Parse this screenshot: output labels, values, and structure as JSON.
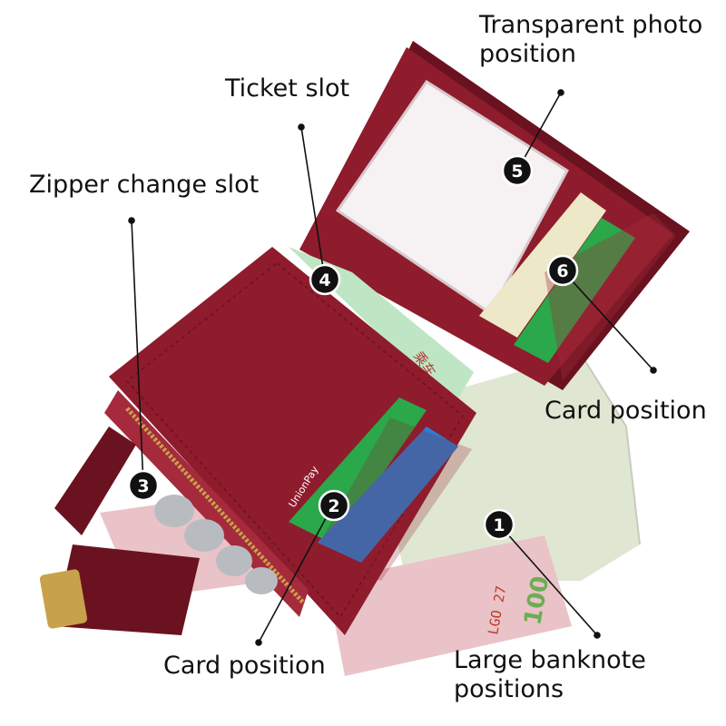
{
  "callouts": [
    {
      "number": "1",
      "label_lines": [
        "Large banknote",
        "positions"
      ]
    },
    {
      "number": "2",
      "label_lines": [
        "Card position"
      ]
    },
    {
      "number": "3",
      "label_lines": [
        "Zipper change slot"
      ]
    },
    {
      "number": "4",
      "label_lines": [
        "Ticket slot"
      ]
    },
    {
      "number": "5",
      "label_lines": [
        "Transparent photo",
        "position"
      ]
    },
    {
      "number": "6",
      "label_lines": [
        "Card position"
      ]
    }
  ],
  "banknote": {
    "denomination": "100",
    "serial": "LGO 27"
  },
  "ticket_text": "乘车",
  "cards": {
    "front_brand": "UnionPay"
  },
  "colors": {
    "wallet": "#8e1c2c",
    "wallet_dark": "#6a1220",
    "wallet_light": "#a52a3c",
    "ticket": "#bfe6c4",
    "card_green": "#2aa84a",
    "card_blue": "#2b7fd0",
    "banknote_pink": "#e9c3c8",
    "dollar": "#dfe6d2",
    "coin": "#b8bcc0",
    "zipper": "#c8a24a"
  }
}
